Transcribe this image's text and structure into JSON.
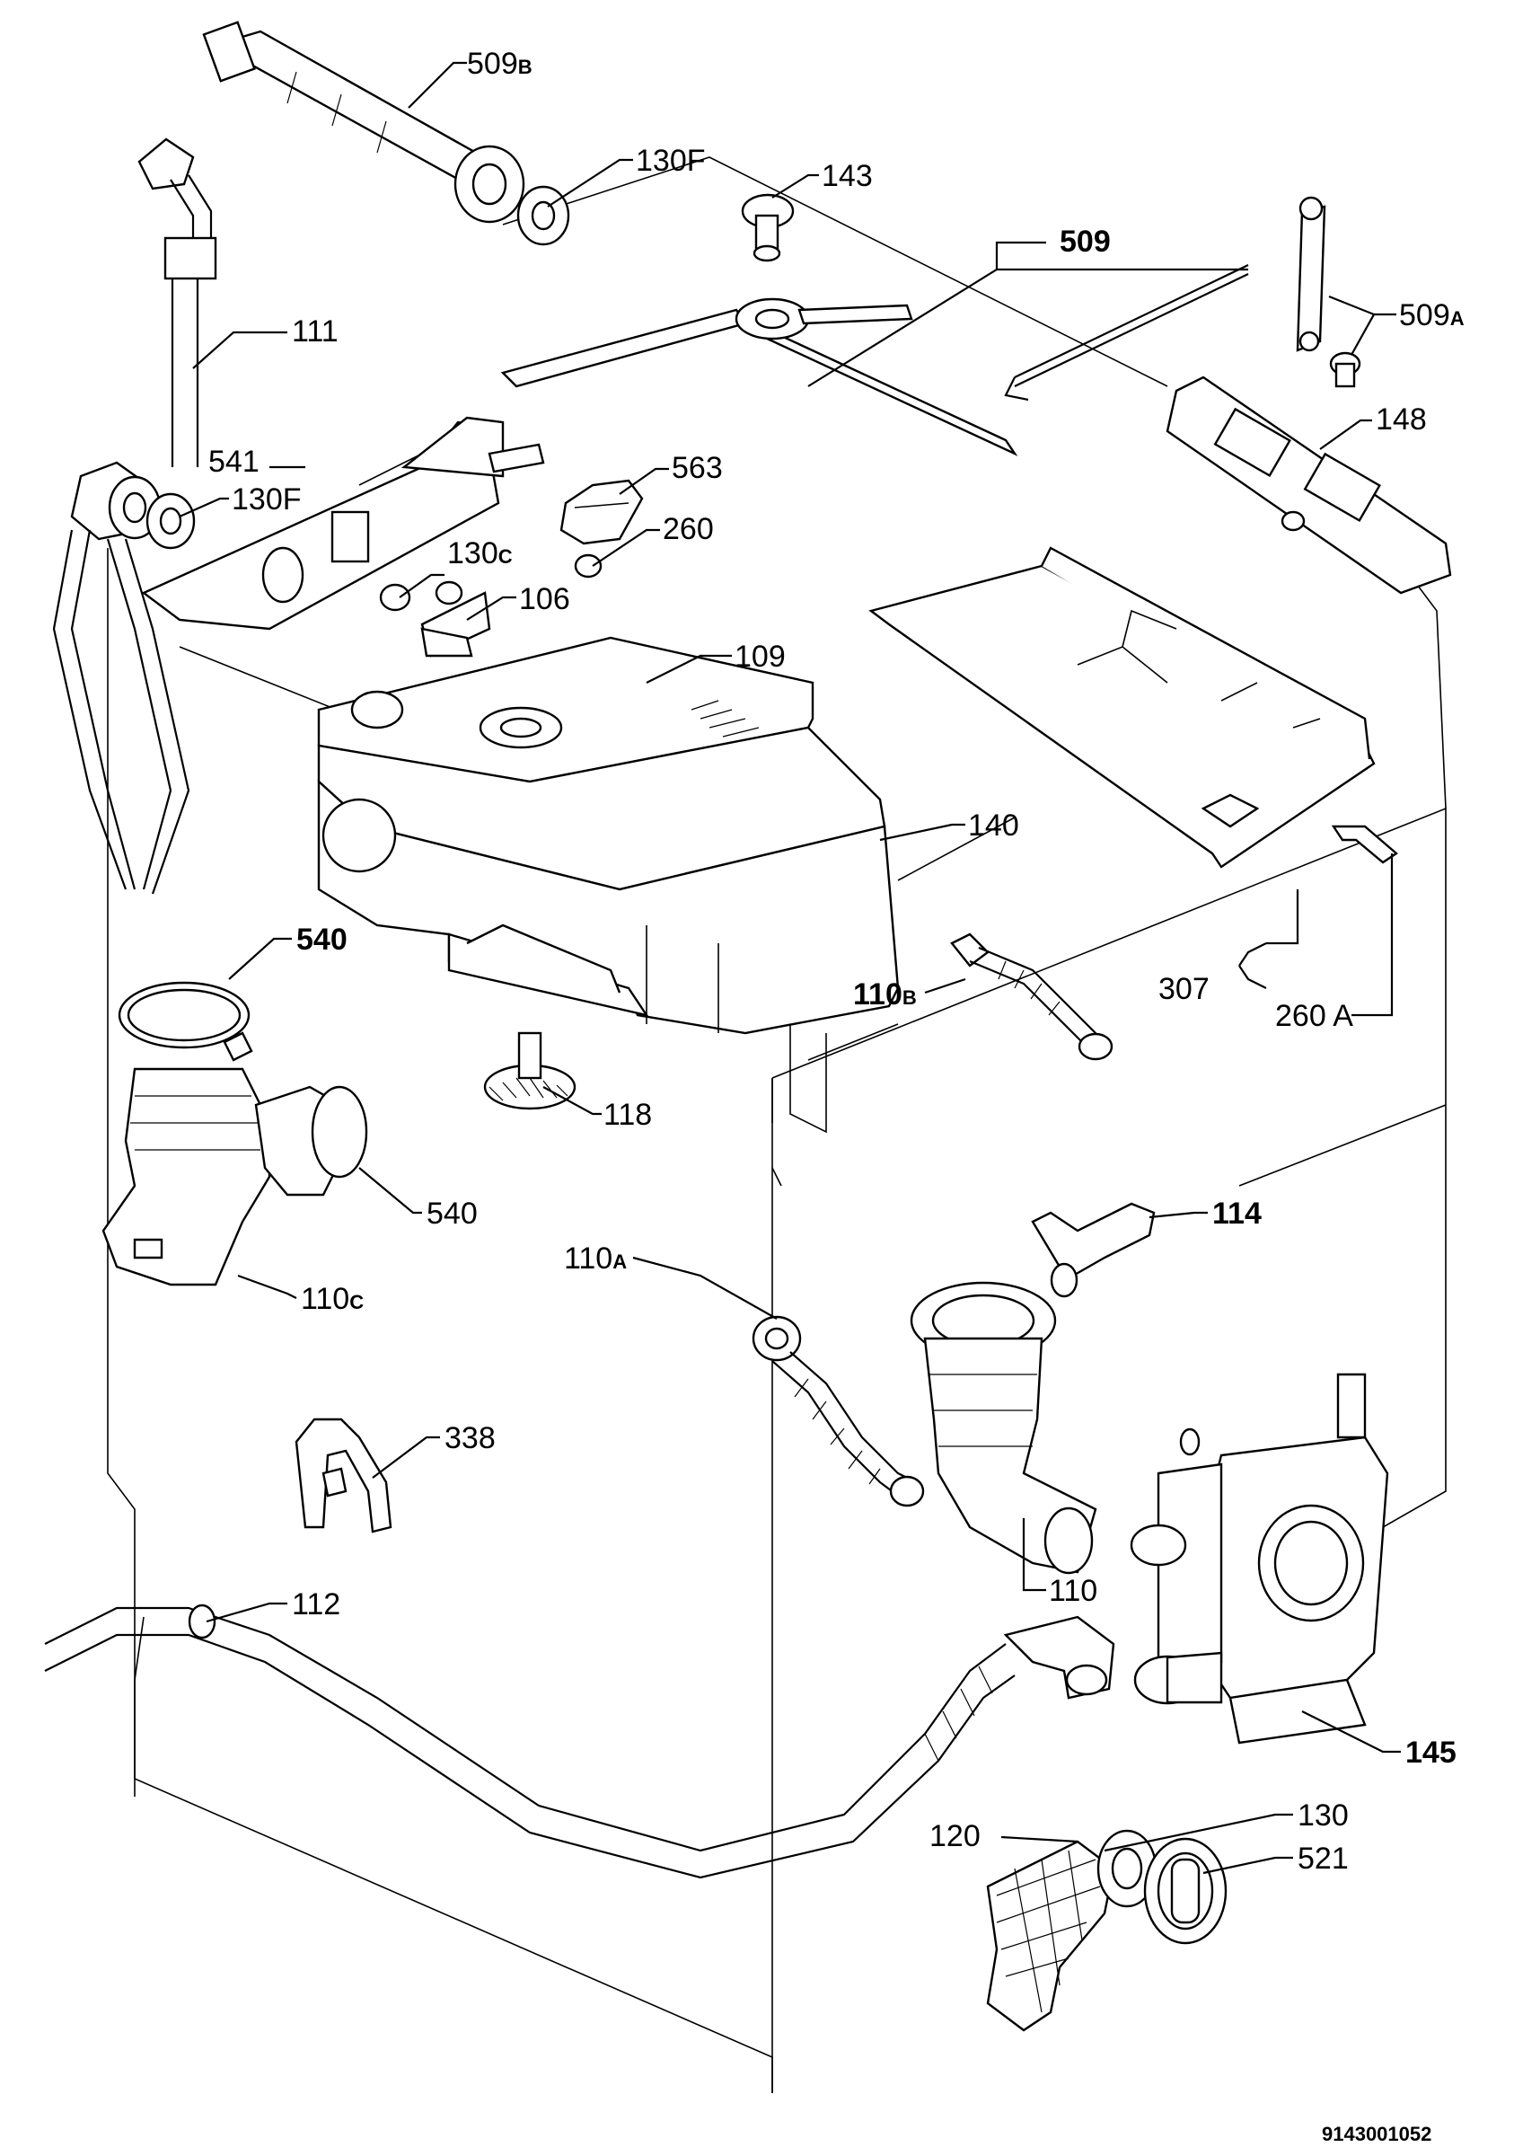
{
  "diagram": {
    "doc_code": "9143001052",
    "labels": [
      {
        "id": "509B",
        "text": "509",
        "suffix": "B",
        "bold": false
      },
      {
        "id": "130F-top",
        "text": "130F",
        "suffix": "",
        "bold": false
      },
      {
        "id": "143",
        "text": "143",
        "suffix": "",
        "bold": false
      },
      {
        "id": "509",
        "text": "509",
        "suffix": "",
        "bold": true
      },
      {
        "id": "509A",
        "text": "509",
        "suffix": "A",
        "bold": false
      },
      {
        "id": "111",
        "text": "111",
        "suffix": "",
        "bold": false
      },
      {
        "id": "148",
        "text": "148",
        "suffix": "",
        "bold": false
      },
      {
        "id": "541",
        "text": "541",
        "suffix": "",
        "bold": false
      },
      {
        "id": "130F-left",
        "text": "130F",
        "suffix": "",
        "bold": false
      },
      {
        "id": "563",
        "text": "563",
        "suffix": "",
        "bold": false
      },
      {
        "id": "260",
        "text": "260",
        "suffix": "",
        "bold": false
      },
      {
        "id": "130C",
        "text": "130",
        "suffix": "C",
        "bold": false
      },
      {
        "id": "106",
        "text": "106",
        "suffix": "",
        "bold": false
      },
      {
        "id": "109",
        "text": "109",
        "suffix": "",
        "bold": false
      },
      {
        "id": "140",
        "text": "140",
        "suffix": "",
        "bold": false
      },
      {
        "id": "540-top",
        "text": "540",
        "suffix": "",
        "bold": true
      },
      {
        "id": "110B",
        "text": "110",
        "suffix": "B",
        "bold": true
      },
      {
        "id": "307",
        "text": "307",
        "suffix": "",
        "bold": false
      },
      {
        "id": "260A",
        "text": "260 A",
        "suffix": "",
        "bold": false
      },
      {
        "id": "118",
        "text": "118",
        "suffix": "",
        "bold": false
      },
      {
        "id": "540-bottom",
        "text": "540",
        "suffix": "",
        "bold": false
      },
      {
        "id": "114",
        "text": "114",
        "suffix": "",
        "bold": true
      },
      {
        "id": "110C",
        "text": "110",
        "suffix": "C",
        "bold": false
      },
      {
        "id": "110A",
        "text": "110",
        "suffix": "A",
        "bold": false
      },
      {
        "id": "338",
        "text": "338",
        "suffix": "",
        "bold": false
      },
      {
        "id": "110",
        "text": "110",
        "suffix": "",
        "bold": false
      },
      {
        "id": "112",
        "text": "112",
        "suffix": "",
        "bold": false
      },
      {
        "id": "145",
        "text": "145",
        "suffix": "",
        "bold": true
      },
      {
        "id": "130",
        "text": "130",
        "suffix": "",
        "bold": false
      },
      {
        "id": "120",
        "text": "120",
        "suffix": "",
        "bold": false
      },
      {
        "id": "521",
        "text": "521",
        "suffix": "",
        "bold": false
      }
    ]
  }
}
